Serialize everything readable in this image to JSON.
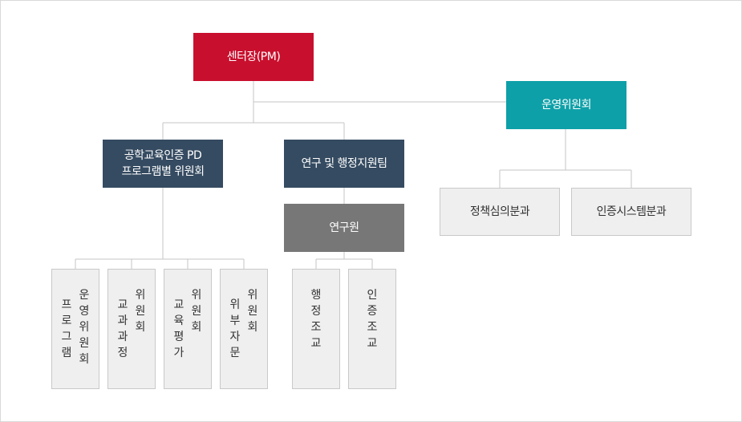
{
  "center": "센터장(PM)",
  "committee": "운영위원회",
  "pd_committee": "공학교육인증 PD\n프로그램별 위원회",
  "research_team": "연구 및 행정지원팀",
  "researcher": "연구원",
  "sub_policy": "정책심의분과",
  "sub_system": "인증시스템분과",
  "vert_boxes": [
    {
      "cols": [
        "운영위원회",
        "프로그램"
      ]
    },
    {
      "cols": [
        "위원회",
        "교과과정"
      ]
    },
    {
      "cols": [
        "위원회",
        "교육평가"
      ]
    },
    {
      "cols": [
        "위원회",
        "위부자문"
      ]
    },
    {
      "cols": [
        "행정조교"
      ]
    },
    {
      "cols": [
        "인증조교"
      ]
    }
  ]
}
